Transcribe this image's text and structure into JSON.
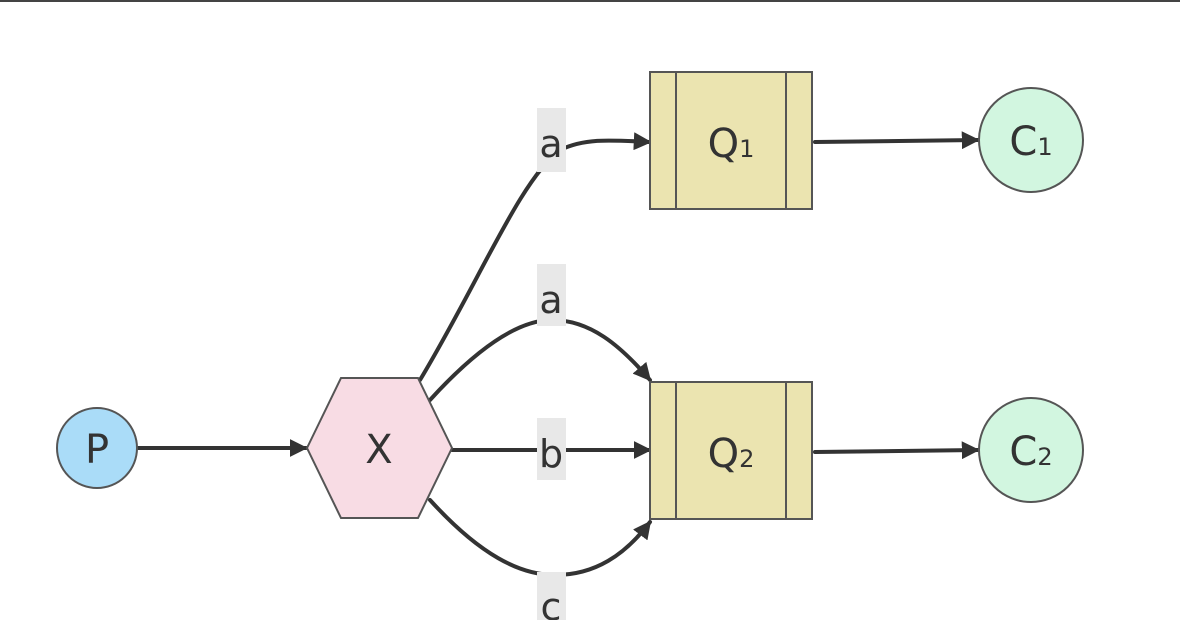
{
  "colors": {
    "producer_fill": "#aadcf8",
    "exchange_fill": "#f8dce4",
    "queue_fill": "#ebe4b0",
    "consumer_fill": "#d2f6e0",
    "stroke": "#555555",
    "edge": "#333333",
    "edge_label_bg": "#e8e8e8"
  },
  "nodes": {
    "producer": {
      "label": "P"
    },
    "exchange": {
      "label": "X"
    },
    "queue1": {
      "label": "Q",
      "sub": "1"
    },
    "queue2": {
      "label": "Q",
      "sub": "2"
    },
    "consumer1": {
      "label": "C",
      "sub": "1"
    },
    "consumer2": {
      "label": "C",
      "sub": "2"
    }
  },
  "edges": [
    {
      "from": "P",
      "to": "X",
      "label": ""
    },
    {
      "from": "X",
      "to": "Q1",
      "label": "a"
    },
    {
      "from": "X",
      "to": "Q2",
      "label": "a"
    },
    {
      "from": "X",
      "to": "Q2",
      "label": "b"
    },
    {
      "from": "X",
      "to": "Q2",
      "label": "c"
    },
    {
      "from": "Q1",
      "to": "C1",
      "label": ""
    },
    {
      "from": "Q2",
      "to": "C2",
      "label": ""
    }
  ]
}
